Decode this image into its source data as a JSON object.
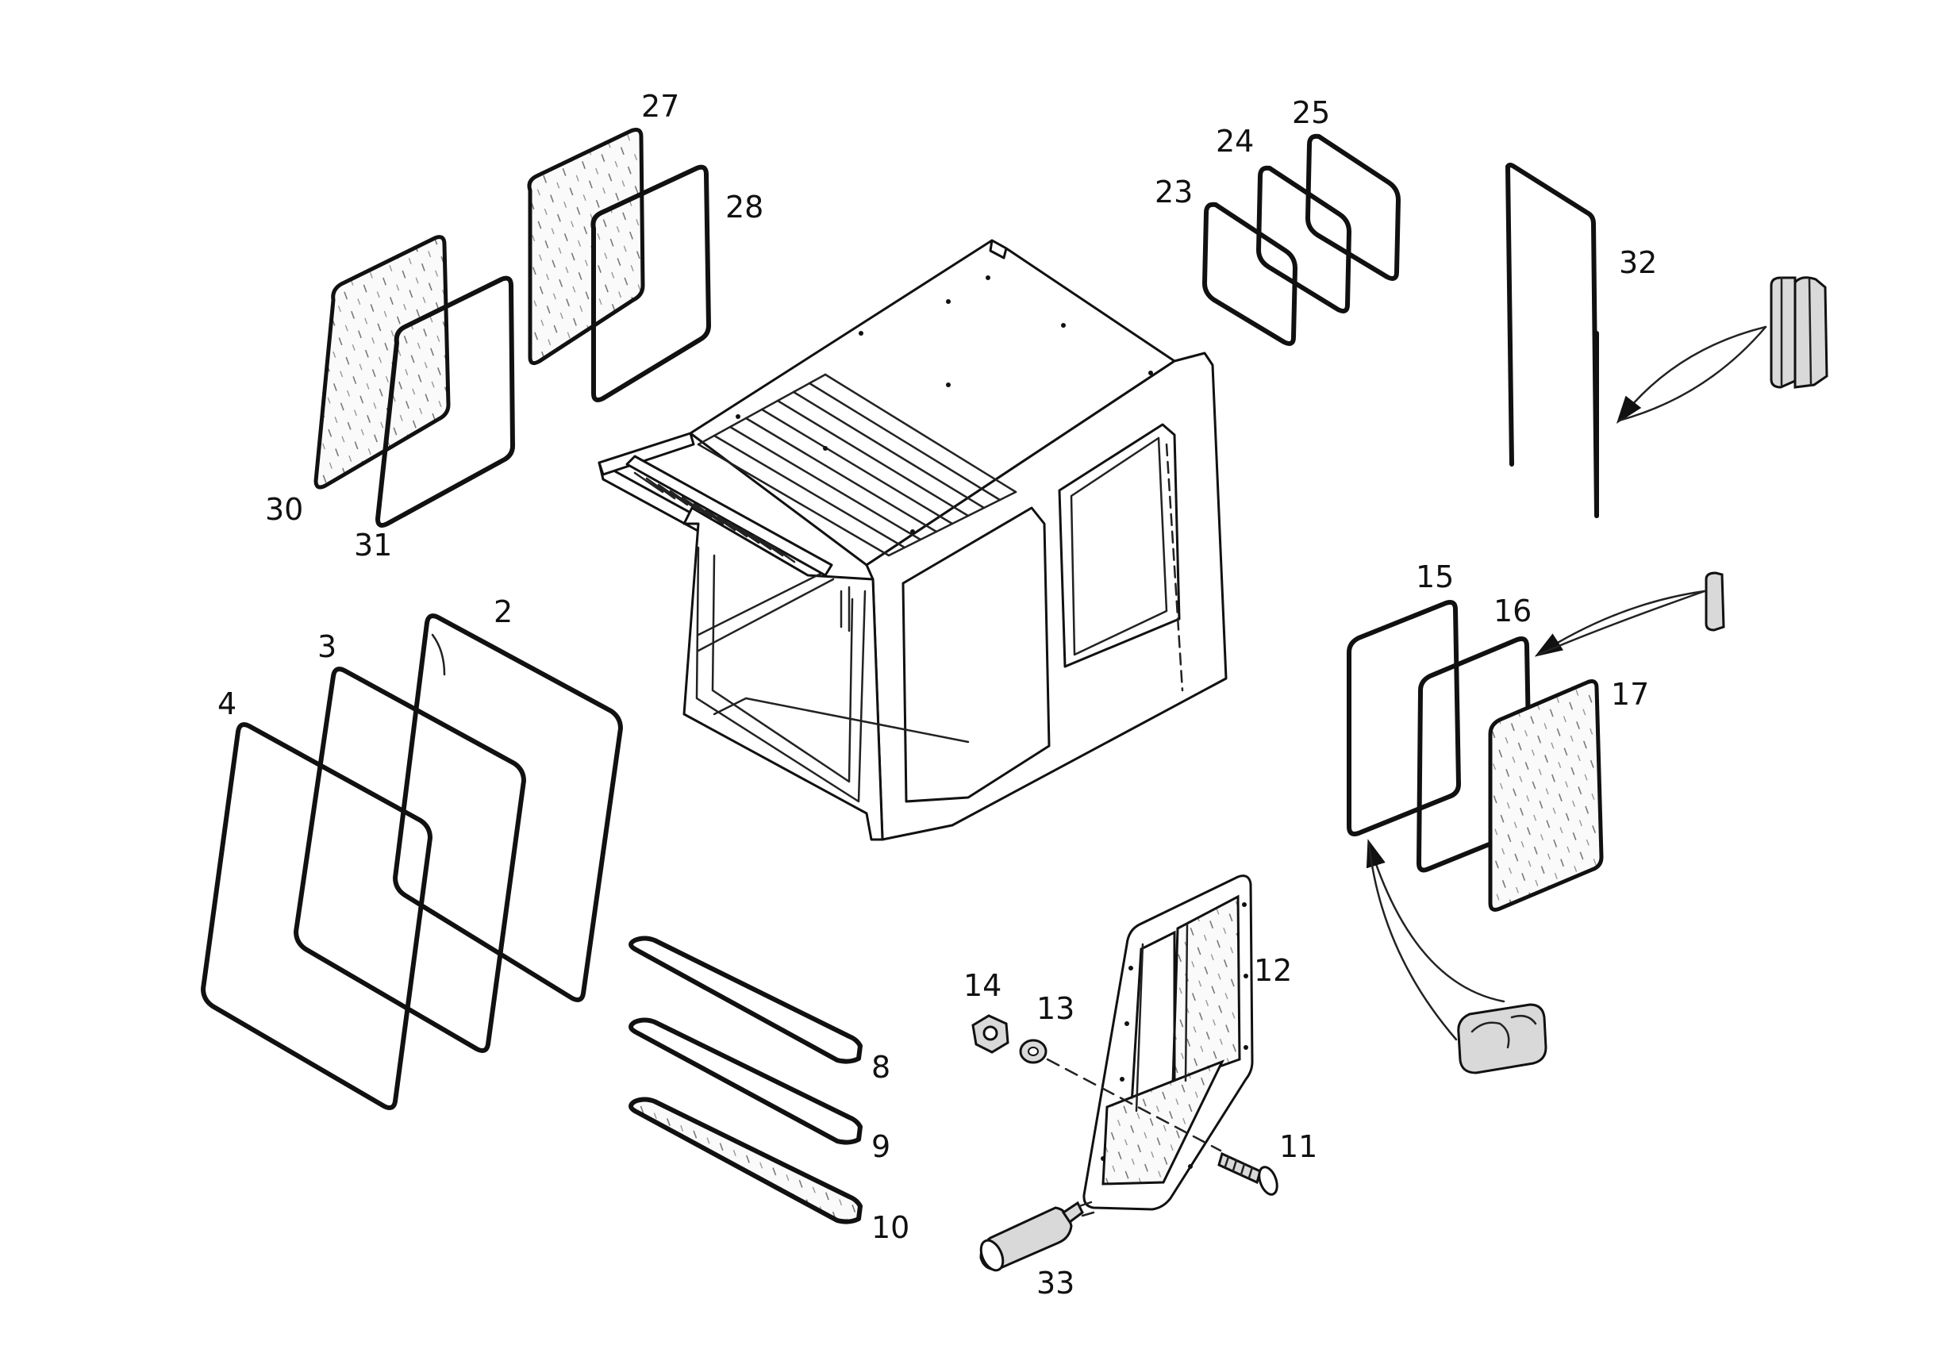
{
  "diagram": {
    "type": "exploded parts diagram",
    "subject": "cab glazing and seals",
    "part_numbers": {
      "p2": "2",
      "p3": "3",
      "p4": "4",
      "p8": "8",
      "p9": "9",
      "p10": "10",
      "p11": "11",
      "p12": "12",
      "p13": "13",
      "p14": "14",
      "p15": "15",
      "p16": "16",
      "p17": "17",
      "p23": "23",
      "p24": "24",
      "p25": "25",
      "p27": "27",
      "p28": "28",
      "p30": "30",
      "p31": "31",
      "p32": "32",
      "p33": "33"
    }
  }
}
